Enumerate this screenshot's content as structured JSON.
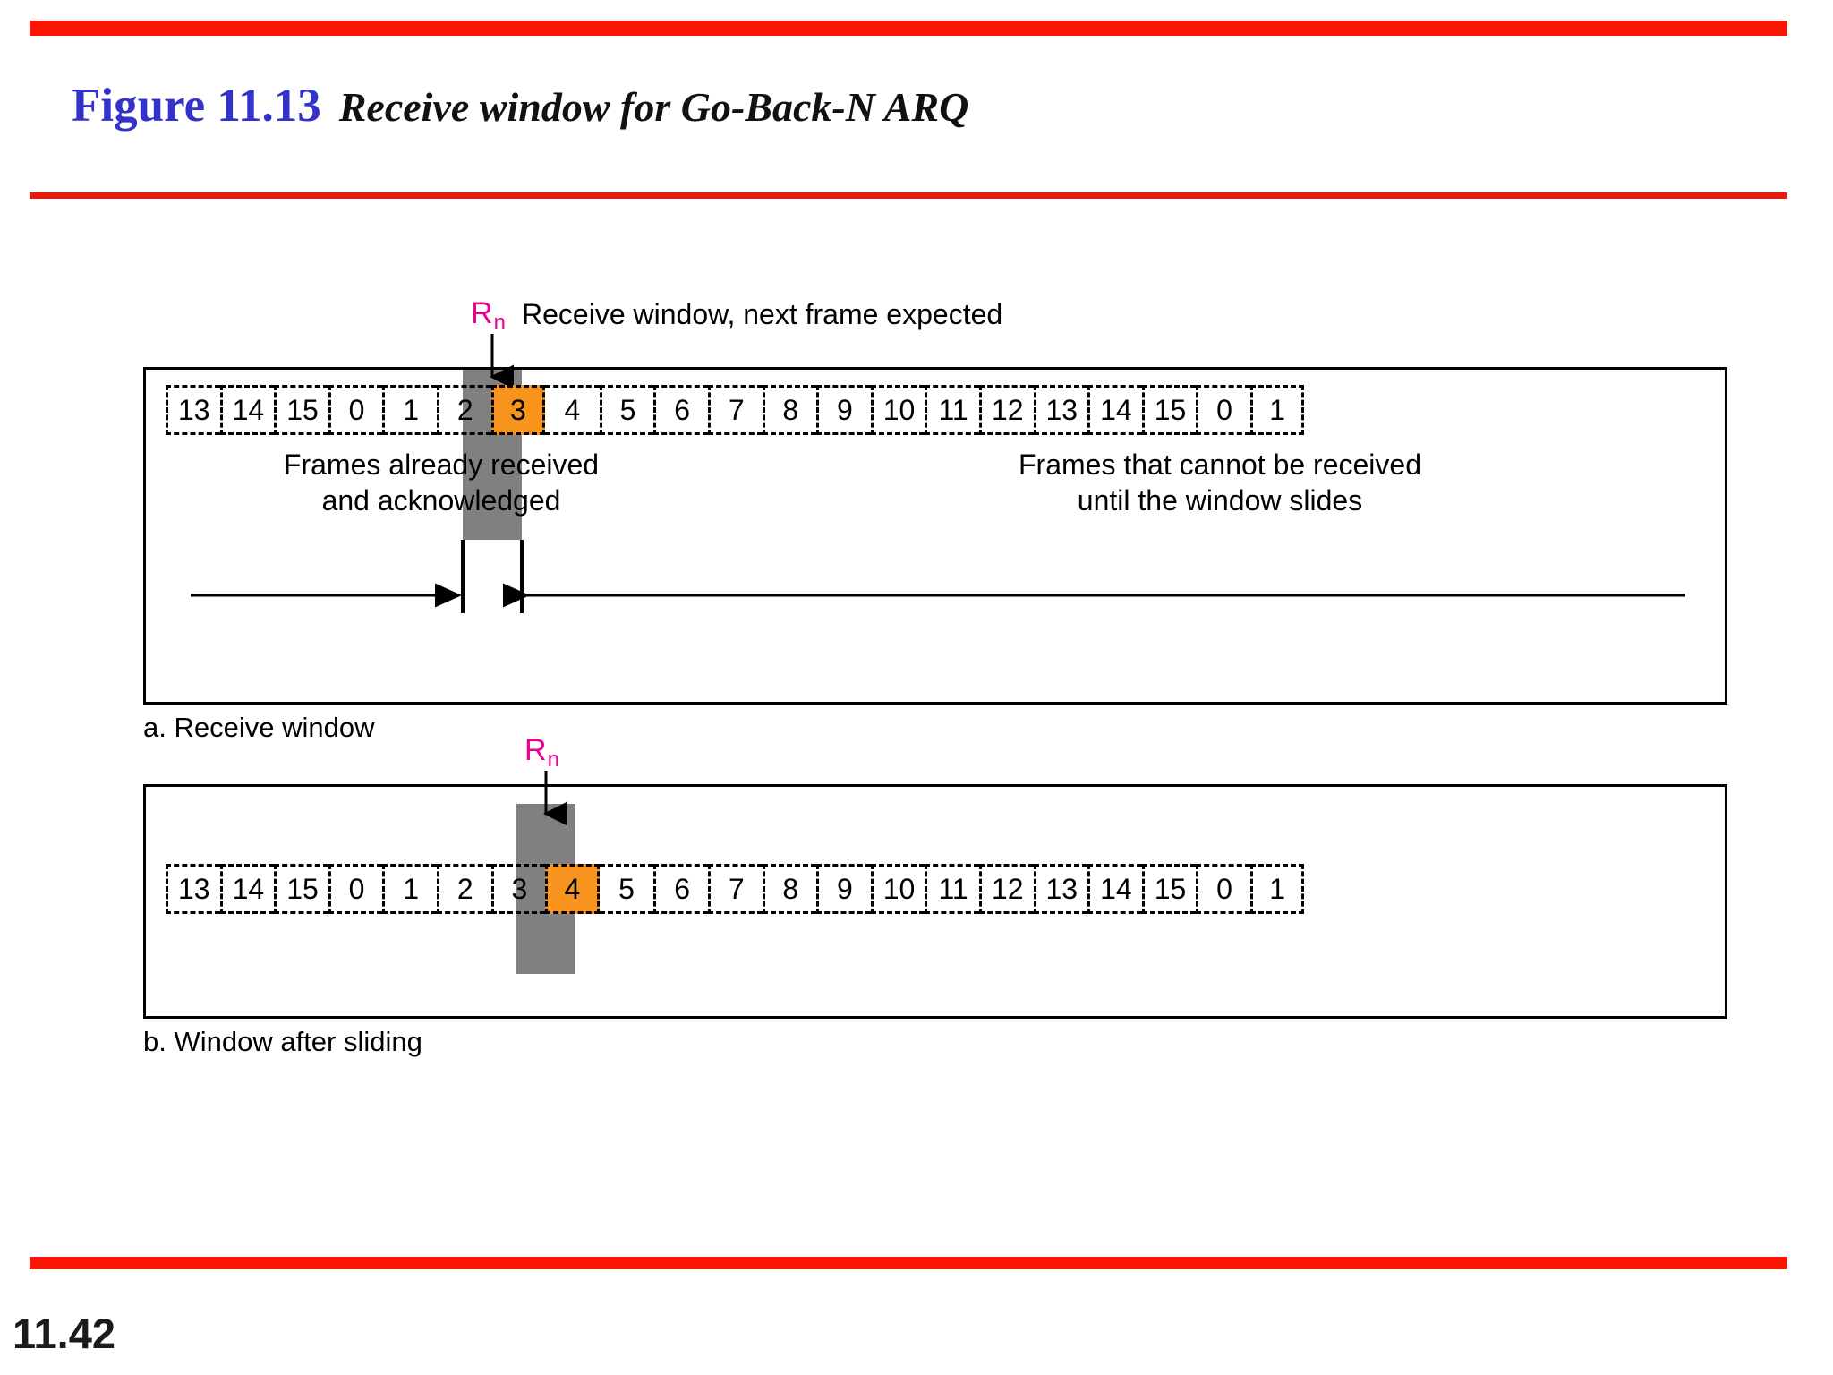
{
  "figure": {
    "number_label": "Figure 11.13",
    "caption": "Receive window for Go-Back-N ARQ"
  },
  "page_number": "11.42",
  "colors": {
    "rule_red": "#FC1505",
    "figure_label_blue": "#3333CC",
    "active_frame_orange": "#F7941D",
    "window_marker_gray": "#808080",
    "rn_magenta": "#EC008C"
  },
  "panel_a": {
    "caption": "a. Receive window",
    "rn_label": "R",
    "rn_sub": "n",
    "window_note": "Receive window, next frame expected",
    "left_note_line1": "Frames already received",
    "left_note_line2": "and acknowledged",
    "right_note_line1": "Frames that cannot be received",
    "right_note_line2": "until the window slides",
    "frames": [
      "13",
      "14",
      "15",
      "0",
      "1",
      "2",
      "3",
      "4",
      "5",
      "6",
      "7",
      "8",
      "9",
      "10",
      "11",
      "12",
      "13",
      "14",
      "15",
      "0",
      "1"
    ],
    "active_index": 6,
    "active_value": "3"
  },
  "panel_b": {
    "caption": "b. Window after sliding",
    "rn_label": "R",
    "rn_sub": "n",
    "frames": [
      "13",
      "14",
      "15",
      "0",
      "1",
      "2",
      "3",
      "4",
      "5",
      "6",
      "7",
      "8",
      "9",
      "10",
      "11",
      "12",
      "13",
      "14",
      "15",
      "0",
      "1"
    ],
    "active_index": 7,
    "active_value": "4"
  }
}
